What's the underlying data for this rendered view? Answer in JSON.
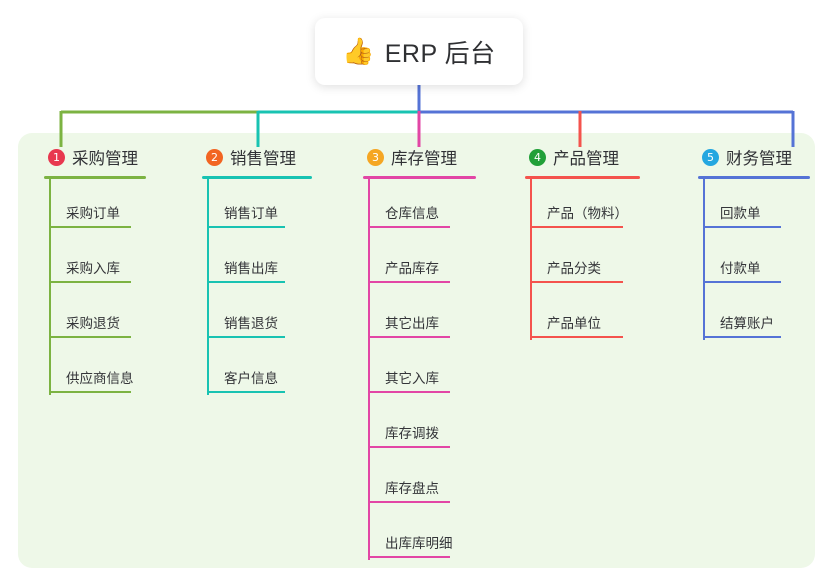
{
  "diagram": {
    "type": "mindmap-tree",
    "root": {
      "icon": "thumbs-up-icon",
      "emoji": "👍",
      "title": "ERP 后台"
    },
    "panel_color": "#eef8e8",
    "branches": [
      {
        "index": "1",
        "title": "采购管理",
        "badge_color": "#e8384f",
        "line_color": "#7cb342",
        "items": [
          "采购订单",
          "采购入库",
          "采购退货",
          "供应商信息"
        ]
      },
      {
        "index": "2",
        "title": "销售管理",
        "badge_color": "#f26522",
        "line_color": "#18c3b2",
        "items": [
          "销售订单",
          "销售出库",
          "销售退货",
          "客户信息"
        ]
      },
      {
        "index": "3",
        "title": "库存管理",
        "badge_color": "#f5a623",
        "line_color": "#e246a5",
        "items": [
          "仓库信息",
          "产品库存",
          "其它出库",
          "其它入库",
          "库存调拨",
          "库存盘点",
          "出库库明细"
        ]
      },
      {
        "index": "4",
        "title": "产品管理",
        "badge_color": "#21a038",
        "line_color": "#f4534d",
        "items": [
          "产品（物料）",
          "产品分类",
          "产品单位"
        ]
      },
      {
        "index": "5",
        "title": "财务管理",
        "badge_color": "#24a7e0",
        "line_color": "#5573d6",
        "items": [
          "回款单",
          "付款单",
          "结算账户"
        ]
      }
    ],
    "connector_colors": {
      "root_stem": "#5573d6",
      "seg_1_2": "#7cb342",
      "seg_2_3": "#18c3b2",
      "seg_3_5": "#5573d6",
      "drop_1": "#7cb342",
      "drop_2": "#18c3b2",
      "drop_3": "#e246a5",
      "drop_4": "#f4534d",
      "drop_5": "#5573d6"
    }
  }
}
